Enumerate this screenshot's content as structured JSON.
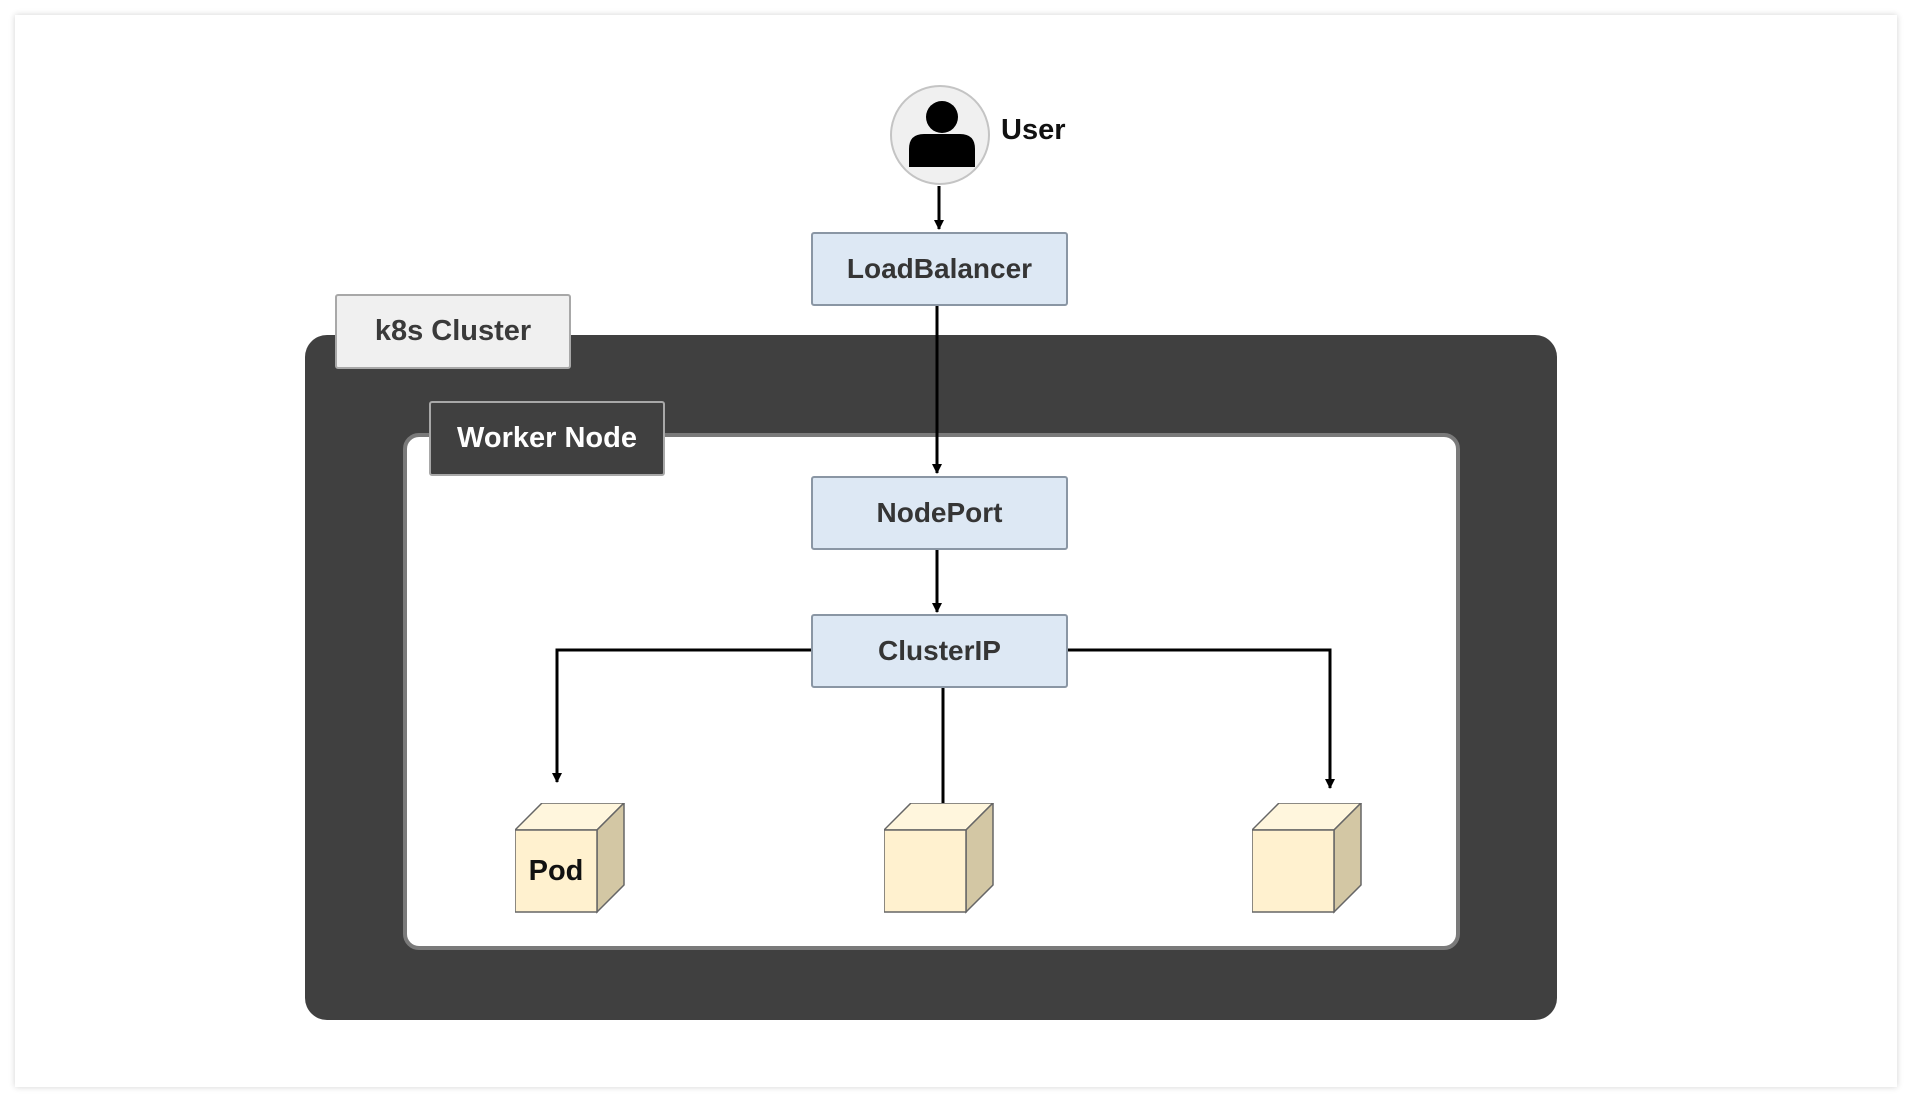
{
  "user": {
    "label": "User"
  },
  "services": {
    "loadbalancer": "LoadBalancer",
    "nodeport": "NodePort",
    "clusterip": "ClusterIP"
  },
  "cluster": {
    "label": "k8s Cluster"
  },
  "worker": {
    "label": "Worker Node"
  },
  "pods": [
    {
      "label": "Pod"
    },
    {
      "label": ""
    },
    {
      "label": ""
    }
  ],
  "colors": {
    "cluster_bg": "#404040",
    "service_fill": "#dde8f4",
    "pod_front": "#fff1cf",
    "pod_side": "#d3c7a4"
  }
}
